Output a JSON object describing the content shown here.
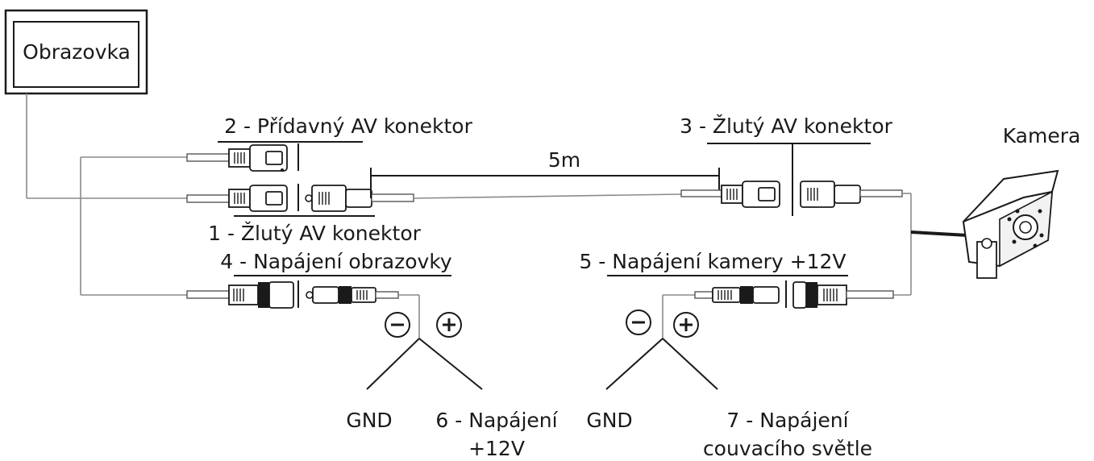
{
  "screen": {
    "label": "Obrazovka"
  },
  "camera": {
    "label": "Kamera"
  },
  "connectors": {
    "aux_av": "2 - Přídavný AV konektor",
    "yellow_av_1": "1 - Žlutý AV konektor",
    "yellow_av_3": "3 - Žlutý AV konektor",
    "screen_power": "4 - Napájení obrazovky",
    "camera_power": "5 - Napájení kamery +12V"
  },
  "cable": {
    "length_label": "5m"
  },
  "polarity": {
    "minus": "−",
    "plus": "+"
  },
  "terminals": {
    "gnd_left": "GND",
    "power12_line1": "6 - Napájení",
    "power12_line2": "+12V",
    "gnd_right": "GND",
    "reverse_line1": "7 - Napájení",
    "reverse_line2": "couvacího světle"
  }
}
